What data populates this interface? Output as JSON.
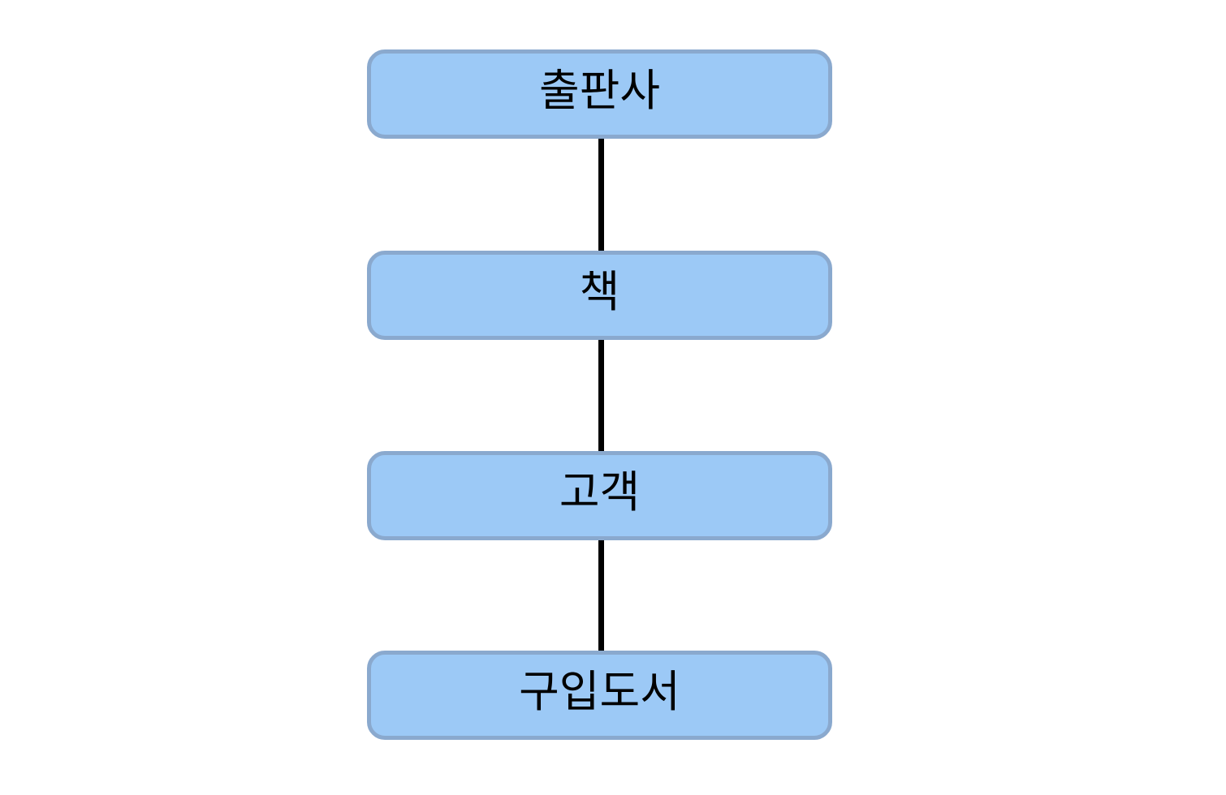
{
  "diagram": {
    "type": "flowchart",
    "direction": "vertical",
    "nodes": [
      {
        "id": "publisher",
        "label": "출판사"
      },
      {
        "id": "book",
        "label": "책"
      },
      {
        "id": "customer",
        "label": "고객"
      },
      {
        "id": "purchased-book",
        "label": "구입도서"
      }
    ],
    "edges": [
      {
        "from": "publisher",
        "to": "book"
      },
      {
        "from": "book",
        "to": "customer"
      },
      {
        "from": "customer",
        "to": "purchased-book"
      }
    ]
  },
  "colors": {
    "background": "#ffffff",
    "node_fill": "#9cc9f6",
    "node_border": "#8aa9ce",
    "connector": "#000000",
    "text": "#000000"
  }
}
